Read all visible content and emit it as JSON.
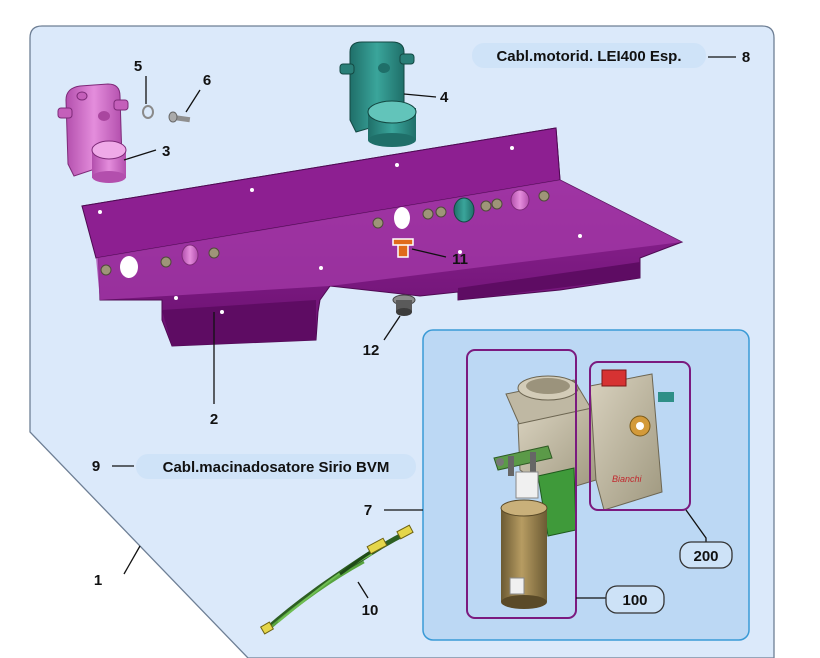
{
  "colors": {
    "page_bg": "#ffffff",
    "panel_bg": "#dbe9fa",
    "panel_border": "#6e7f95",
    "detail_bg": "#bcd8f4",
    "detail_border": "#3a9ad6",
    "frame": "#8b1c8c",
    "bracket_purple": "#7b1a7f",
    "part_pink": "#d96fcf",
    "part_teal": "#2e8f87",
    "pill_bg": "#cfe3f8"
  },
  "callouts": {
    "c1": "1",
    "c2": "2",
    "c3": "3",
    "c4": "4",
    "c5": "5",
    "c6": "6",
    "c7": "7",
    "c8": "8",
    "c9": "9",
    "c10": "10",
    "c11": "11",
    "c12": "12",
    "c100": "100",
    "c200": "200"
  },
  "labels": {
    "motor_cable": "Cabl.motorid. LEI400 Esp.",
    "grinder_cable": "Cabl.macinadosatore Sirio BVM"
  },
  "logo_text": "Bianchi",
  "icons": {
    "motor_a": "geared-motor-icon",
    "motor_b": "geared-motor-icon",
    "washer": "washer-icon",
    "screw": "screw-icon",
    "bracket": "bracket-icon",
    "pin": "pin-icon",
    "grommet": "grommet-icon",
    "harness": "cable-harness-icon",
    "grinder": "grinder-doser-icon"
  }
}
